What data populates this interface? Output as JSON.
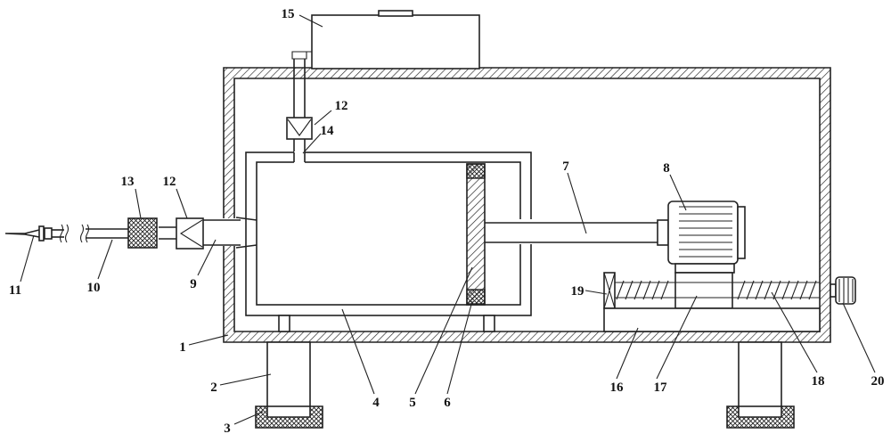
{
  "labels": {
    "l1": "1",
    "l2": "2",
    "l3": "3",
    "l4": "4",
    "l5": "5",
    "l6": "6",
    "l7": "7",
    "l8": "8",
    "l9": "9",
    "l10": "10",
    "l11": "11",
    "l12a": "12",
    "l12b": "12",
    "l13": "13",
    "l14": "14",
    "l15": "15",
    "l16": "16",
    "l17": "17",
    "l18": "18",
    "l19": "19",
    "l20": "20"
  },
  "colors": {
    "line": "#222222",
    "background": "#ffffff"
  }
}
